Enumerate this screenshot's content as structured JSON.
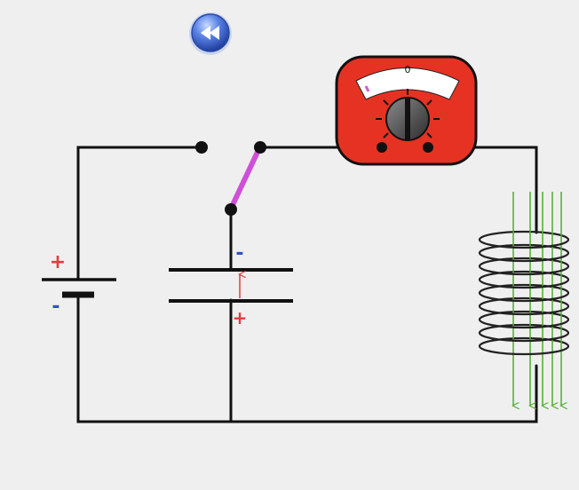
{
  "buttons": {
    "rewind": {
      "icon": "rewind-icon",
      "color": "#4a72d8"
    }
  },
  "meter": {
    "scale_zero_label": "0",
    "body_color": "#e63223",
    "needle_color": "#d05ad0",
    "reading": 0
  },
  "battery": {
    "positive_label": "+",
    "negative_label": "-",
    "positive_color": "#e03c3c",
    "negative_color": "#3050c8"
  },
  "capacitor": {
    "top_label": "-",
    "bottom_label": "+",
    "top_color": "#3050c8",
    "bottom_color": "#e03c3c",
    "field_arrow_color": "#e03c3c"
  },
  "switch": {
    "lever_color": "#d04fd8",
    "state": "capacitor-to-meter"
  },
  "coil": {
    "field_line_color": "#4caf2a",
    "field_line_count": 5
  },
  "wire_color": "#111111"
}
